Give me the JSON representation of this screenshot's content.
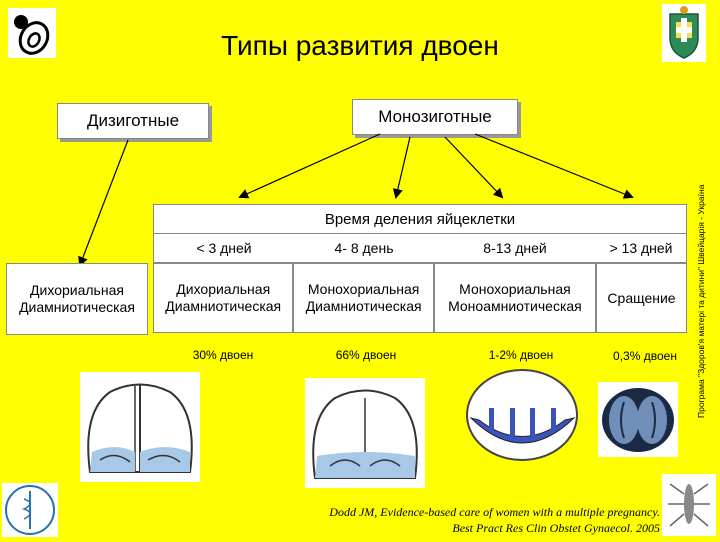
{
  "title": "Типы развития двоен",
  "dizygotic": "Дизиготные",
  "monozygotic": "Монозиготные",
  "division_header": "Время деления яйцеклетки",
  "times": [
    "< 3 дней",
    "4- 8 день",
    "8-13 дней",
    "> 13 дней"
  ],
  "dizygotic_type": [
    "Дихориальная",
    "Диамниотическая"
  ],
  "types": [
    [
      "Дихориальная",
      "Диамниотическая"
    ],
    [
      "Монохориальная",
      "Диамниотическая"
    ],
    [
      "Монохориальная",
      "Моноамниотическая"
    ],
    [
      "Сращение"
    ]
  ],
  "percents": [
    "30% двоен",
    "66% двоен",
    "1-2% двоен",
    "0,3% двоен"
  ],
  "side_text": "Програма \"Здоров'я матері та дитини\" Швейцарія - Україна",
  "citation_line1": "Dodd JM, Evidence-based care of women with a multiple pregnancy.",
  "citation_line2": "Best Pract Res Clin Obstet Gynaecol. 2005"
}
